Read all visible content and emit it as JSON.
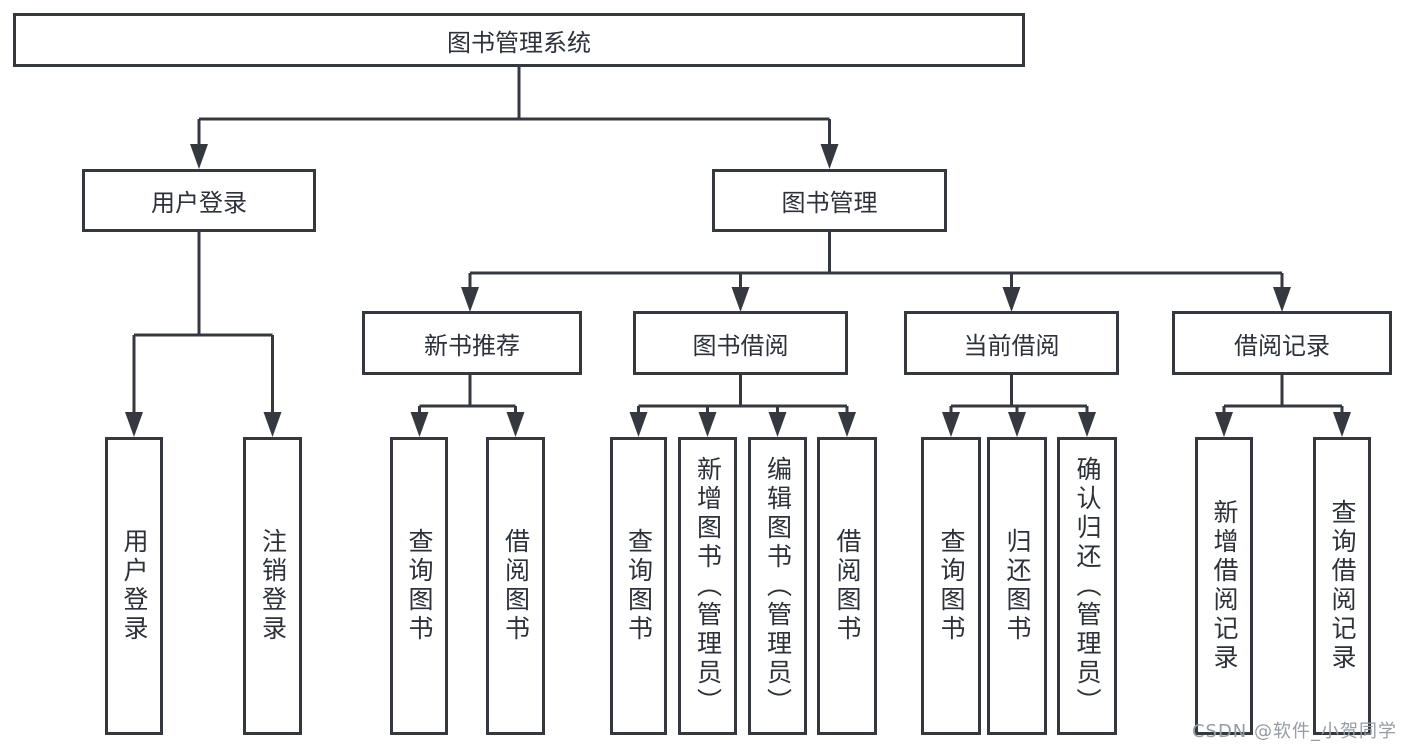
{
  "tree": {
    "label": "图书管理系统",
    "children": [
      {
        "label": "用户登录",
        "children": [
          {
            "label": "用户登录"
          },
          {
            "label": "注销登录"
          }
        ]
      },
      {
        "label": "图书管理",
        "children": [
          {
            "label": "新书推荐",
            "children": [
              {
                "label": "查询图书"
              },
              {
                "label": "借阅图书"
              }
            ]
          },
          {
            "label": "图书借阅",
            "children": [
              {
                "label": "查询图书"
              },
              {
                "label": "新增图书（管理员）"
              },
              {
                "label": "编辑图书（管理员）"
              },
              {
                "label": "借阅图书"
              }
            ]
          },
          {
            "label": "当前借阅",
            "children": [
              {
                "label": "查询图书"
              },
              {
                "label": "归还图书"
              },
              {
                "label": "确认归还（管理员）"
              }
            ]
          },
          {
            "label": "借阅记录",
            "children": [
              {
                "label": "新增借阅记录"
              },
              {
                "label": "查询借阅记录"
              }
            ]
          }
        ]
      }
    ]
  },
  "watermark": "CSDN @软件_小贺同学",
  "colors": {
    "line": "#35393f",
    "text": "#2c313a",
    "watermark": "#949ca4",
    "background": "#ffffff"
  }
}
